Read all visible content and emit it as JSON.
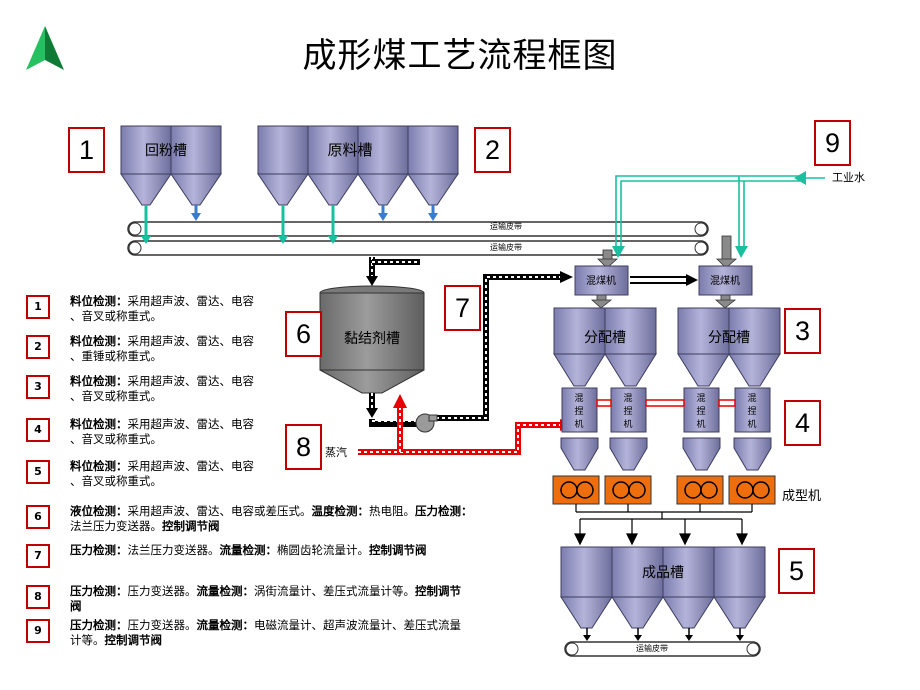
{
  "title": "成形煤工艺流程框图",
  "colors": {
    "hopper_fill": "#9d9dc6",
    "hopper_stroke": "#3d3d5f",
    "tank_fill": "#8a8a8a",
    "steam_line": "#e60000",
    "water_line": "#18c0a0",
    "marker_border": "#c00000",
    "press_orange": "#ee6d0c",
    "logo_green": "#1aa54a"
  },
  "markers": [
    "1",
    "2",
    "3",
    "4",
    "5",
    "6",
    "7",
    "8",
    "9"
  ],
  "labels": {
    "return_powder_tank": "回粉槽",
    "raw_material_tank": "原料槽",
    "belt_top_1": "运输皮带",
    "belt_top_2": "运输皮带",
    "belt_bottom": "运输皮带",
    "binder_tank": "黏结剂槽",
    "mixer_1": "混煤机",
    "mixer_2": "混煤机",
    "dist_tank_1": "分配槽",
    "dist_tank_2": "分配槽",
    "kneader": [
      "混",
      "捏",
      "机"
    ],
    "molding_machine": "成型机",
    "product_tank": "成品槽",
    "steam": "蒸汽",
    "industrial_water": "工业水"
  },
  "legend": [
    {
      "num": "1",
      "parts": [
        {
          "b": "料位检测："
        },
        {
          "t": "采用超声波、雷达、电容"
        },
        {
          "br": true
        },
        {
          "t": "、音叉或称重式。"
        }
      ]
    },
    {
      "num": "2",
      "parts": [
        {
          "b": "料位检测："
        },
        {
          "t": "采用超声波、雷达、电容"
        },
        {
          "br": true
        },
        {
          "t": "、重锤或称重式。"
        }
      ]
    },
    {
      "num": "3",
      "parts": [
        {
          "b": "料位检测："
        },
        {
          "t": "采用超声波、雷达、电容"
        },
        {
          "br": true
        },
        {
          "t": "、音叉或称重式。"
        }
      ]
    },
    {
      "num": "4",
      "parts": [
        {
          "b": "料位检测："
        },
        {
          "t": "采用超声波、雷达、电容"
        },
        {
          "br": true
        },
        {
          "t": "、音叉或称重式。"
        }
      ]
    },
    {
      "num": "5",
      "parts": [
        {
          "b": "料位检测："
        },
        {
          "t": "采用超声波、雷达、电容"
        },
        {
          "br": true
        },
        {
          "t": "、音叉或称重式。"
        }
      ]
    },
    {
      "num": "6",
      "parts": [
        {
          "b": "液位检测："
        },
        {
          "t": "采用超声波、雷达、电容或差压式。"
        },
        {
          "b": "温度检测："
        },
        {
          "t": "热电阻。"
        },
        {
          "b": "压力检测："
        },
        {
          "br": true
        },
        {
          "t": "法兰压力变送器。"
        },
        {
          "b": "控制调节阀"
        }
      ]
    },
    {
      "num": "7",
      "parts": [
        {
          "b": "压力检测："
        },
        {
          "t": "法兰压力变送器。"
        },
        {
          "b": "流量检测："
        },
        {
          "t": "椭圆齿轮流量计。"
        },
        {
          "b": "控制调节阀"
        }
      ]
    },
    {
      "num": "8",
      "parts": [
        {
          "b": "压力检测："
        },
        {
          "t": "压力变送器。"
        },
        {
          "b": "流量检测："
        },
        {
          "t": "涡街流量计、差压式流量计等。"
        },
        {
          "b": "控制调节"
        },
        {
          "br": true
        },
        {
          "b": "阀"
        }
      ]
    },
    {
      "num": "9",
      "parts": [
        {
          "b": "压力检测："
        },
        {
          "t": "压力变送器。"
        },
        {
          "b": "流量检测："
        },
        {
          "t": "电磁流量计、超声波流量计、差压式流量"
        },
        {
          "br": true
        },
        {
          "t": "计等。"
        },
        {
          "b": "控制调节阀"
        }
      ]
    }
  ]
}
